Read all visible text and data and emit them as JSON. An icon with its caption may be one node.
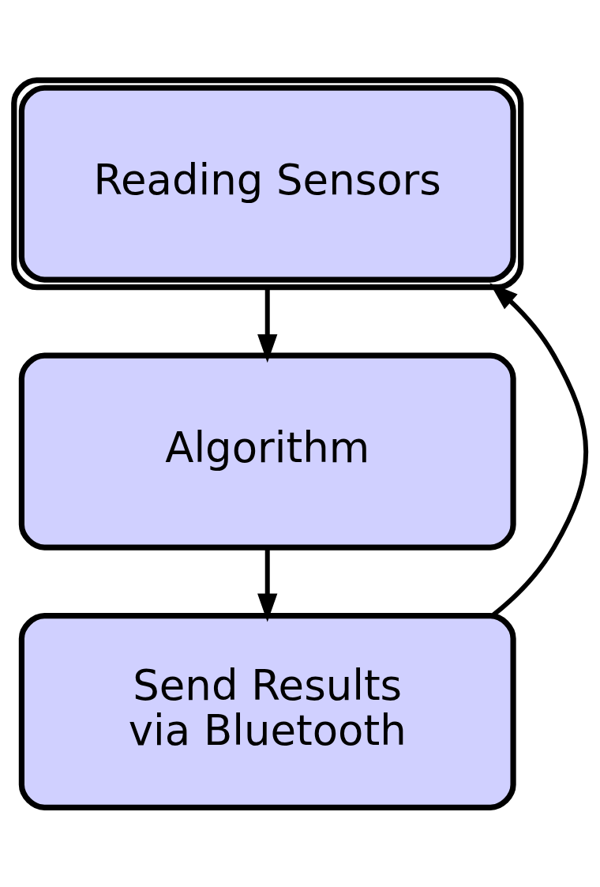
{
  "diagram": {
    "nodes": [
      {
        "text": [
          "Reading Sensors"
        ]
      },
      {
        "text": [
          "Algorithm"
        ]
      },
      {
        "text": [
          "Send Results via Bluetooth"
        ]
      }
    ],
    "edges": [
      {
        "from": 0,
        "to": 1,
        "arrow": "to"
      },
      {
        "from": 1,
        "to": 2,
        "arrow": "to"
      },
      {
        "from": 2,
        "to": 0,
        "arrow": "to"
      }
    ]
  }
}
